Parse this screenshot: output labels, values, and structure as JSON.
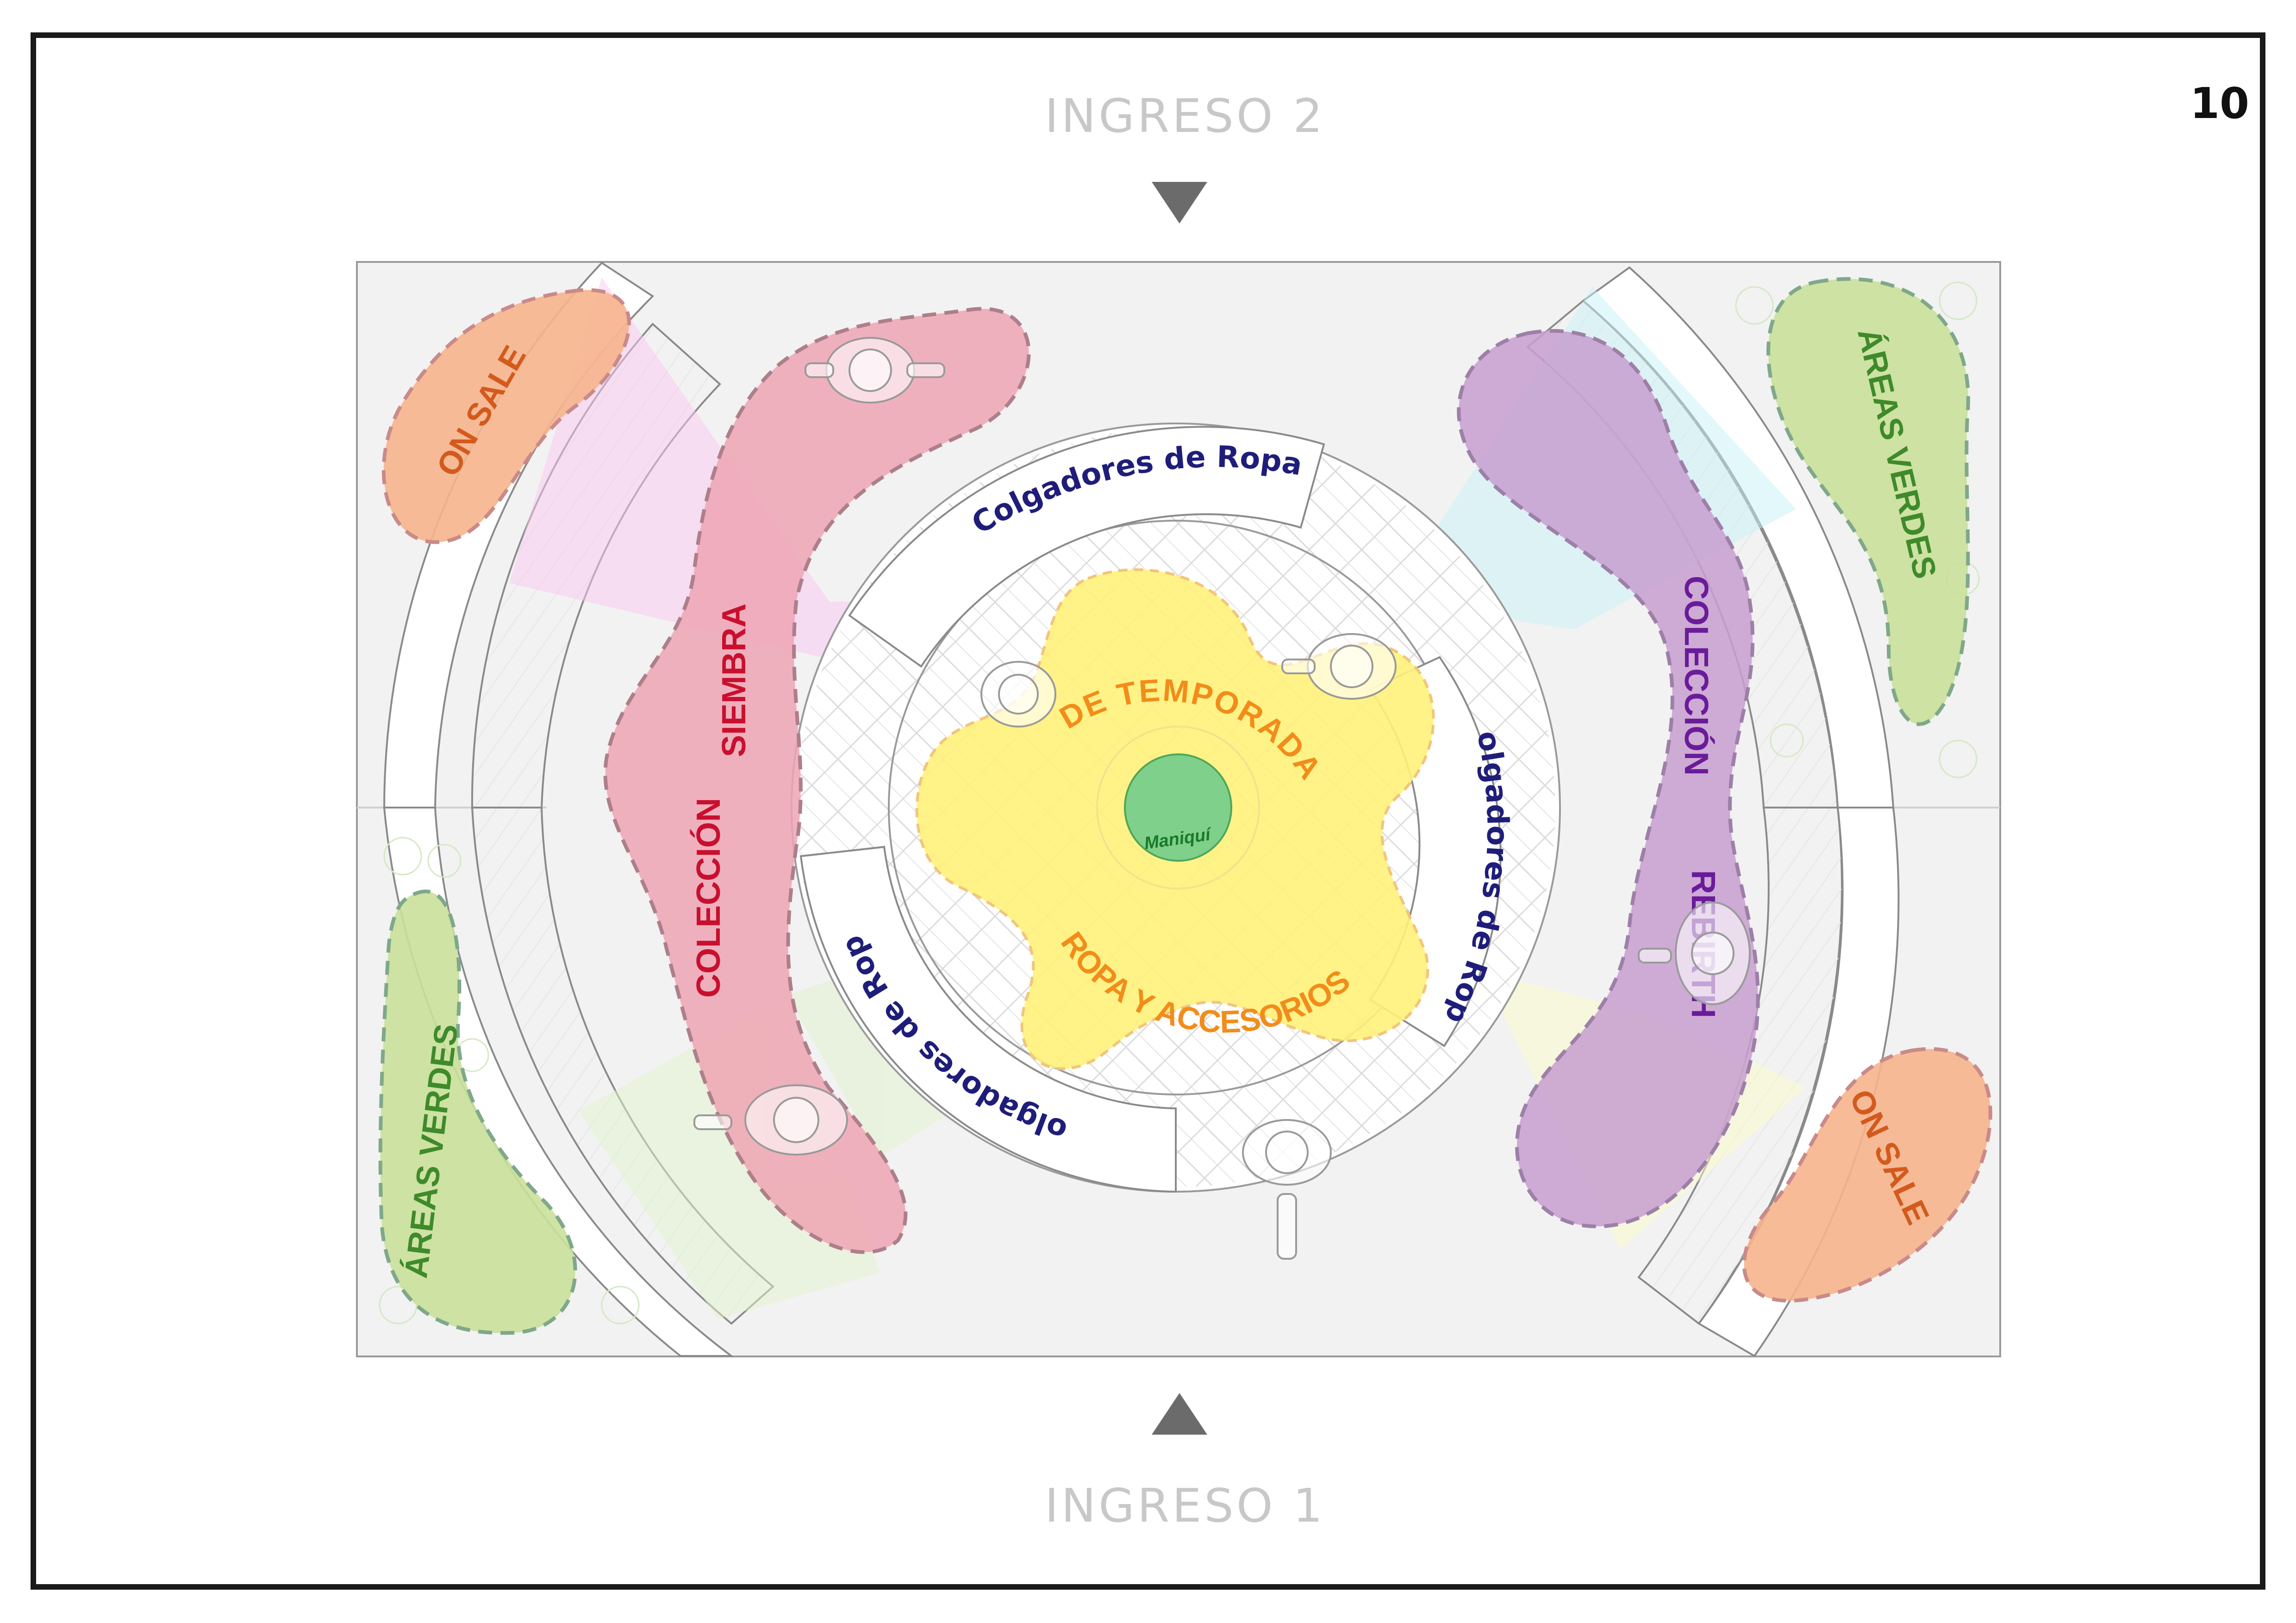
{
  "page": {
    "number": "10"
  },
  "entrances": {
    "top": {
      "label": "INGRESO 2"
    },
    "bottom": {
      "label": "INGRESO 1"
    }
  },
  "zones": {
    "on_sale_left": "ON SALE",
    "on_sale_right": "ON SALE",
    "areas_verdes_left": "ÁREAS VERDES",
    "areas_verdes_right": "ÁREAS VERDES",
    "coleccion_siembra": {
      "line1": "COLECCIÓN",
      "line2": "SIEMBRA"
    },
    "coleccion_rebirth": {
      "line1": "COLECCIÓN",
      "line2": "REBIRTH"
    },
    "center": {
      "line1": "DE TEMPORADA",
      "line2": "ROPA Y ACCESORIOS"
    },
    "mannequin": "Maniquí"
  },
  "hangers": {
    "top": "Colgadores de Ropa",
    "right": "Colgadores de Ropa",
    "bottom": "Colgadores de Ropa"
  },
  "colors": {
    "border": "#1a1a1a",
    "floor": "#f2f2f2",
    "on_sale_fill": "#f6b48c",
    "on_sale_text": "#d35a1d",
    "verdes_fill": "#c9e09a",
    "verdes_text": "#3f8a2a",
    "siembra_fill": "#eea4b4",
    "siembra_text": "#c8102e",
    "rebirth_fill": "#c79fcf",
    "rebirth_text": "#6a1b9a",
    "center_fill": "#fff27a",
    "center_text": "#f28c1a",
    "mannequin_fill": "#7fd08a",
    "mannequin_text": "#1a7a2a",
    "hanger_text": "#1f1d7a",
    "ingreso_text": "#c8c8c8",
    "arrow": "#6b6b6b"
  }
}
